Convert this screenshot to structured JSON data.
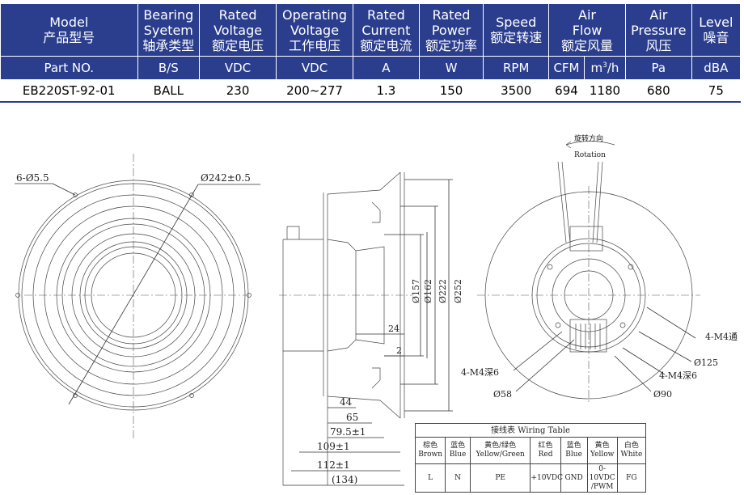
{
  "spec_table": {
    "headers": [
      {
        "en": "Model",
        "cn": "产品型号"
      },
      {
        "en": "Bearing",
        "en2": "Syetem",
        "cn": "轴承类型"
      },
      {
        "en": "Rated",
        "en2": "Voltage",
        "cn": "额定电压"
      },
      {
        "en": "Operating",
        "en2": "Voltage",
        "cn": "工作电压"
      },
      {
        "en": "Rated",
        "en2": "Current",
        "cn": "额定电流"
      },
      {
        "en": "Rated",
        "en2": "Power",
        "cn": "额定功率"
      },
      {
        "en": "Speed",
        "cn": "额定转速"
      },
      {
        "en": "Air",
        "en2": "Flow",
        "cn": "额定风量"
      },
      {
        "en": "Air",
        "en2": "Pressure",
        "cn": "风压"
      },
      {
        "en": "Level",
        "cn": "噪音"
      }
    ],
    "units": [
      "Part NO.",
      "B/S",
      "VDC",
      "VDC",
      "A",
      "W",
      "RPM",
      "CFM",
      "m",
      "Pa",
      "dBA"
    ],
    "unit_m3h_sup": "3",
    "unit_m3h_tail": "/h",
    "row": [
      "EB220ST-92-01",
      "BALL",
      "230",
      "200~277",
      "1.3",
      "150",
      "3500",
      "694",
      "1180",
      "680",
      "75"
    ]
  },
  "drawing": {
    "front_view": {
      "holes_label": "6-Ø5.5",
      "diameter_label": "Ø242±0.5"
    },
    "side_view": {
      "vertical_dims": [
        "Ø157",
        "Ø162",
        "Ø222",
        "Ø252"
      ],
      "small_dims": [
        "24",
        "2"
      ],
      "horizontal_dims": [
        "44",
        "65",
        "79.5±1",
        "109±1",
        "112±1",
        "(134)"
      ]
    },
    "rear_view": {
      "rotation_cn": "旋转方向",
      "rotation_en": "Rotation",
      "labels": [
        "4-M4通",
        "Ø125",
        "4-M4深6",
        "Ø90",
        "4-M4深6",
        "Ø58"
      ]
    }
  },
  "wiring_table": {
    "title": "接线表 Wiring Table",
    "colors": [
      {
        "cn": "棕色",
        "en": "Brown"
      },
      {
        "cn": "蓝色",
        "en": "Blue"
      },
      {
        "cn": "黄色/绿色",
        "en": "Yellow/Green"
      },
      {
        "cn": "红色",
        "en": "Red"
      },
      {
        "cn": "蓝色",
        "en": "Blue"
      },
      {
        "cn": "黄色",
        "en": "Yellow"
      },
      {
        "cn": "白色",
        "en": "White"
      }
    ],
    "functions": [
      {
        "a": "L"
      },
      {
        "a": "N"
      },
      {
        "a": "PE"
      },
      {
        "a": "+10VDC"
      },
      {
        "a": "GND"
      },
      {
        "a": "0-10VDC",
        "b": "/PWM"
      },
      {
        "a": "FG"
      }
    ]
  }
}
